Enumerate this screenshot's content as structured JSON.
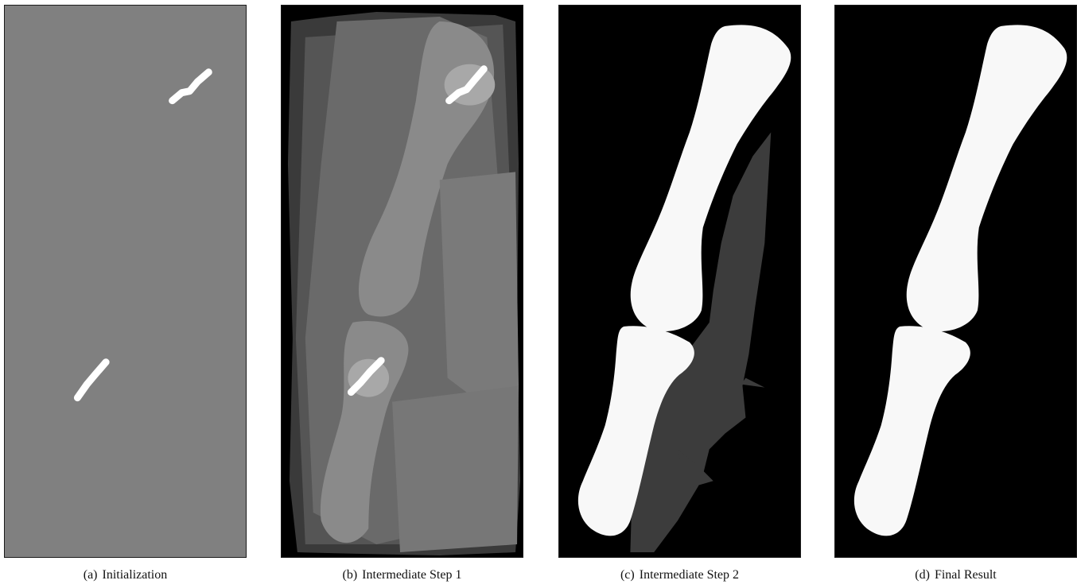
{
  "figure": {
    "panels": [
      {
        "label": "(a)",
        "caption": "Initialization"
      },
      {
        "label": "(b)",
        "caption": "Intermediate Step 1"
      },
      {
        "label": "(c)",
        "caption": "Intermediate Step 2"
      },
      {
        "label": "(d)",
        "caption": "Final Result"
      }
    ]
  },
  "colors": {
    "init_gray": "#808080",
    "seed_white": "#ffffff",
    "background_black": "#000000",
    "bone_white": "#f8f8f8",
    "soft_tissue_gray": "#3c3c3c"
  }
}
